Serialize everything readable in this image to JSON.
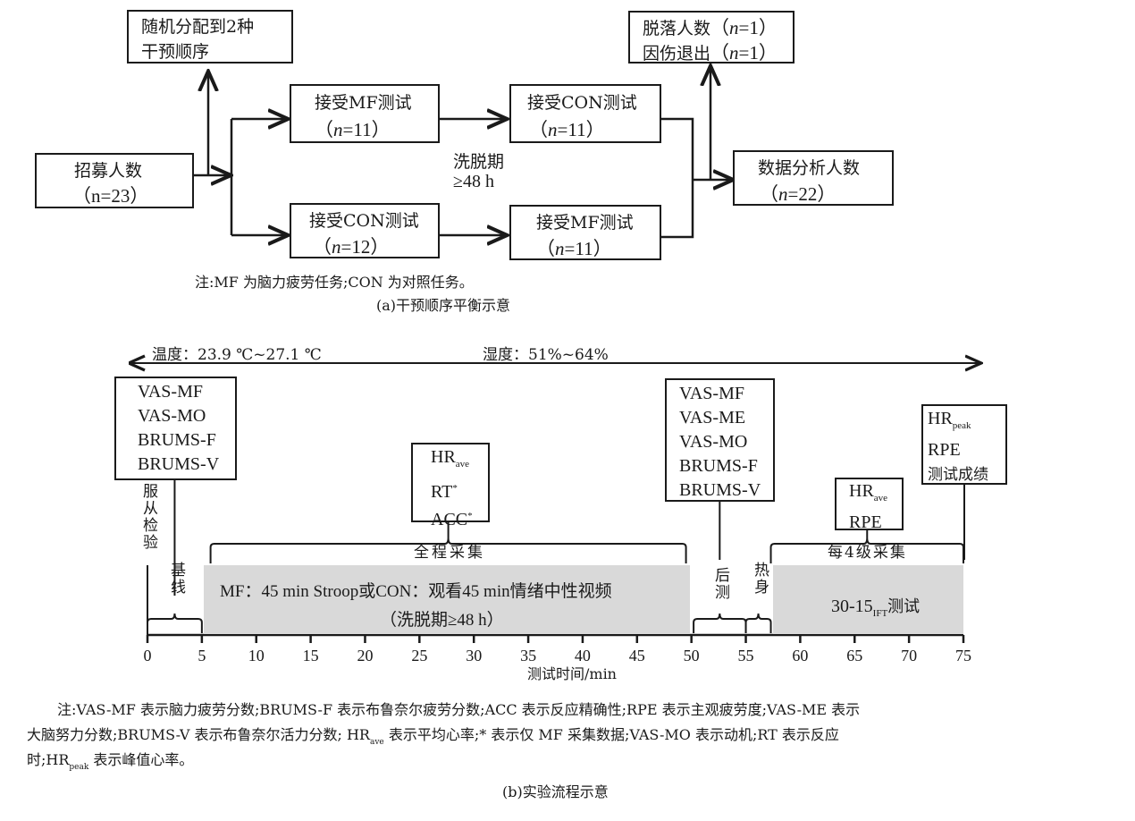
{
  "part_a": {
    "boxes": {
      "random": {
        "line1": "随机分配到2种",
        "line2": "干预顺序"
      },
      "recruit": {
        "line1": "招募人数",
        "line2": "（n=23）",
        "n": "n",
        "n_val": "=23"
      },
      "mf_first": {
        "line1": "接受MF测试",
        "line2_n": "n",
        "line2_val": "=11"
      },
      "con_second": {
        "line1": "接受CON测试",
        "line2_n": "n",
        "line2_val": "=11"
      },
      "con_first": {
        "line1": "接受CON测试",
        "line2_n": "n",
        "line2_val": "=12"
      },
      "mf_second": {
        "line1": "接受MF测试",
        "line2_n": "n",
        "line2_val": "=11"
      },
      "dropout": {
        "line1": "脱落人数",
        "line1_n": "n",
        "line1_val": "=1",
        "line2": "因伤退出",
        "line2_n": "n",
        "line2_val": "=1"
      },
      "analysis": {
        "line1": "数据分析人数",
        "line2_n": "n",
        "line2_val": "=22"
      }
    },
    "washout": {
      "line1": "洗脱期",
      "line2": "≥48 h"
    },
    "note": "注:MF 为脑力疲劳任务;CON 为对照任务。",
    "caption": "(a)干预顺序平衡示意"
  },
  "part_b": {
    "temperature": "温度：23.9 ℃~27.1 ℃",
    "humidity": "湿度：51%~64%",
    "baseline_box": [
      "VAS-MF",
      "VAS-MO",
      "BRUMS-F",
      "BRUMS-V"
    ],
    "compliance": "服从检验",
    "baseline": "基线",
    "during_box": {
      "hr": "HR",
      "hr_sub": "ave",
      "rt": "RT",
      "rt_sup": "*",
      "acc": "ACC",
      "acc_sup": "*"
    },
    "during_label": "全程采集",
    "task_line1": "MF：45 min Stroop或CON：观看45 min情绪中性视频",
    "task_line2": "（洗脱期≥48 h）",
    "post_box": [
      "VAS-MF",
      "VAS-ME",
      "VAS-MO",
      "BRUMS-F",
      "BRUMS-V"
    ],
    "post_label": "后测",
    "warmup_label": "热身",
    "ift_box": {
      "hr": "HR",
      "hr_sub": "ave",
      "rpe": "RPE"
    },
    "ift_label": "每4级采集",
    "ift_test": "30-15",
    "ift_sub": "IFT",
    "ift_suffix": "测试",
    "final_box": {
      "hr": "HR",
      "hr_sub": "peak",
      "rpe": "RPE",
      "score": "测试成绩"
    },
    "axis": {
      "ticks": [
        "0",
        "5",
        "10",
        "15",
        "20",
        "25",
        "30",
        "35",
        "40",
        "45",
        "50",
        "55",
        "60",
        "65",
        "70",
        "75"
      ],
      "label": "测试时间/min",
      "range": [
        0,
        75
      ]
    },
    "segments": [
      {
        "name": "baseline",
        "start": 0,
        "end": 5
      },
      {
        "name": "task",
        "start": 5,
        "end": 50
      },
      {
        "name": "post",
        "start": 50,
        "end": 55
      },
      {
        "name": "warmup",
        "start": 55,
        "end": 57.5
      },
      {
        "name": "ift",
        "start": 57.5,
        "end": 75
      }
    ],
    "note_line1": "注:VAS-MF 表示脑力疲劳分数;BRUMS-F 表示布鲁奈尔疲劳分数;ACC 表示反应精确性;RPE 表示主观疲劳度;VAS-ME 表示",
    "note_line2a": "大脑努力分数;BRUMS-V 表示布鲁奈尔活力分数; HR",
    "note_line2_sub": "ave",
    "note_line2b": " 表示平均心率;* 表示仅 MF 采集数据;VAS-MO 表示动机;RT 表示反应",
    "note_line3a": "时;HR",
    "note_line3_sub": "peak",
    "note_line3b": " 表示峰值心率。",
    "caption": "(b)实验流程示意"
  }
}
